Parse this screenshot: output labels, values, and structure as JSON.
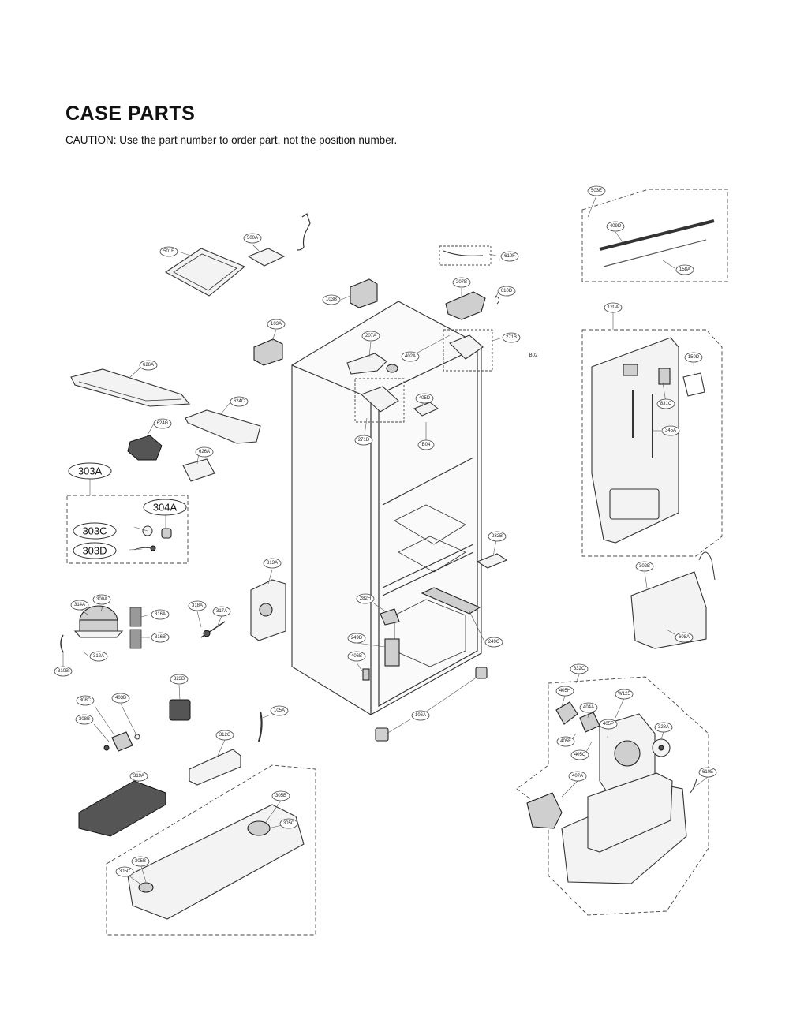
{
  "title": "CASE PARTS",
  "caution": "CAUTION: Use the part number to order part, not the position number.",
  "labels": {
    "p503E": "503E",
    "p409D": "409D",
    "p158A": "158A",
    "p120A": "120A",
    "p150D": "150D",
    "p831C": "831C",
    "p345A": "345A",
    "p302B": "302B",
    "p608A": "608A",
    "p501F": "501F",
    "p500A": "500A",
    "p610F": "610F",
    "p207B": "207B",
    "p610D": "610D",
    "p103B": "103B",
    "p103A": "103A",
    "p207A": "207A",
    "p402A": "402A",
    "p271B": "271B",
    "pB02": "B02",
    "p626A_a": "626A",
    "p405D": "405D",
    "p624C": "624C",
    "p624G": "624G",
    "p271D": "271D",
    "pB04": "B04",
    "p626A_b": "626A",
    "p303A": "303A",
    "p304A": "304A",
    "p303C": "303C",
    "p303D": "303D",
    "p282B": "282B",
    "p313A": "313A",
    "p314A": "314A",
    "p300A": "300A",
    "p316A": "316A",
    "p318A": "318A",
    "p317A": "317A",
    "p316B": "316B",
    "p282H": "282H",
    "p312A": "312A",
    "p310B": "310B",
    "p249D": "249D",
    "p249C": "249C",
    "p406B": "406B",
    "p332C": "332C",
    "p323B": "323B",
    "p405H": "405H",
    "pW125": "W125",
    "p308C": "308C",
    "p403B": "403B",
    "p404A": "404A",
    "p105A": "105A",
    "p308B": "308B",
    "p106A": "106A",
    "p405P": "405P",
    "p328A": "328A",
    "p405F": "405F",
    "p405C": "405C",
    "p312C": "312C",
    "p407A": "407A",
    "p610E": "610E",
    "p319A": "319A",
    "p305B": "305B",
    "p305C_a": "305C",
    "p305B_b": "305B",
    "p305C_b": "305C"
  }
}
